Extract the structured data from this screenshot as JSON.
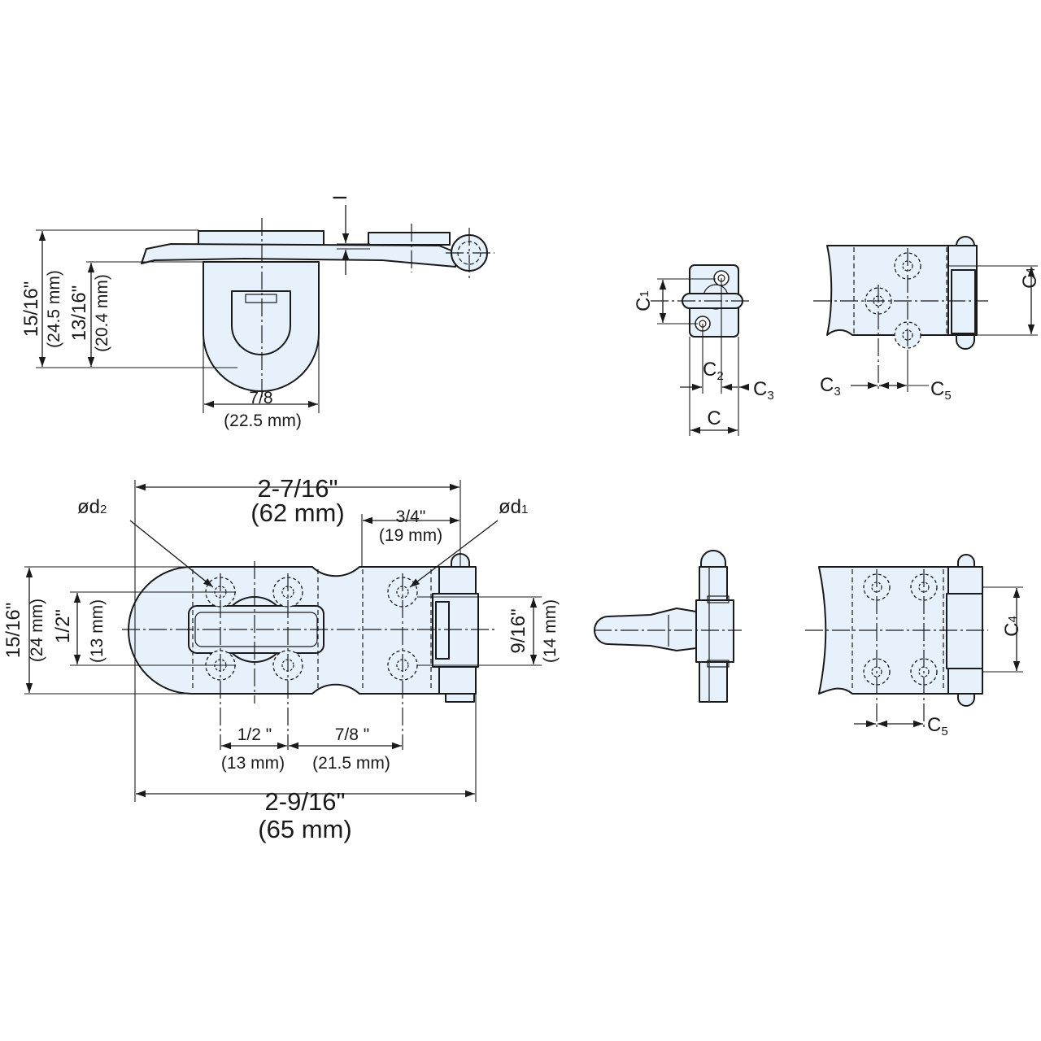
{
  "labels": {
    "overall_length_in": "2-9/16\"",
    "overall_length_mm": "(65 mm)",
    "hasp_length_in": "2-7/16\"",
    "hasp_length_mm": "(62 mm)",
    "hinge_offset_in": "3/4\"",
    "hinge_offset_mm": "(19 mm)",
    "hole_pitch_a_in": "1/2 \"",
    "hole_pitch_a_mm": "(13 mm)",
    "hole_pitch_b_in": "7/8 \"",
    "hole_pitch_b_mm": "(21.5 mm)",
    "width_in": "15/16\"",
    "width_mm": "(24 mm)",
    "hole_spacing_in": "1/2\"",
    "hole_spacing_mm": "(13 mm)",
    "leaf_hole_spacing_in": "9/16\"",
    "leaf_hole_spacing_mm": "(14 mm)",
    "height_in": "15/16\"",
    "height_mm": "(24.5 mm)",
    "loop_height_in": "13/16\"",
    "loop_height_mm": "(20.4 mm)",
    "loop_width_in": "7/8",
    "loop_width_mm": "(22.5 mm)",
    "thickness": "I",
    "d1": "ød",
    "d1_sub": "1",
    "d2": "ød",
    "d2_sub": "2",
    "c": "C",
    "c1_sub": "1",
    "c2_sub": "2",
    "c3_sub": "3",
    "c4_sub": "4",
    "c5_sub": "5"
  }
}
